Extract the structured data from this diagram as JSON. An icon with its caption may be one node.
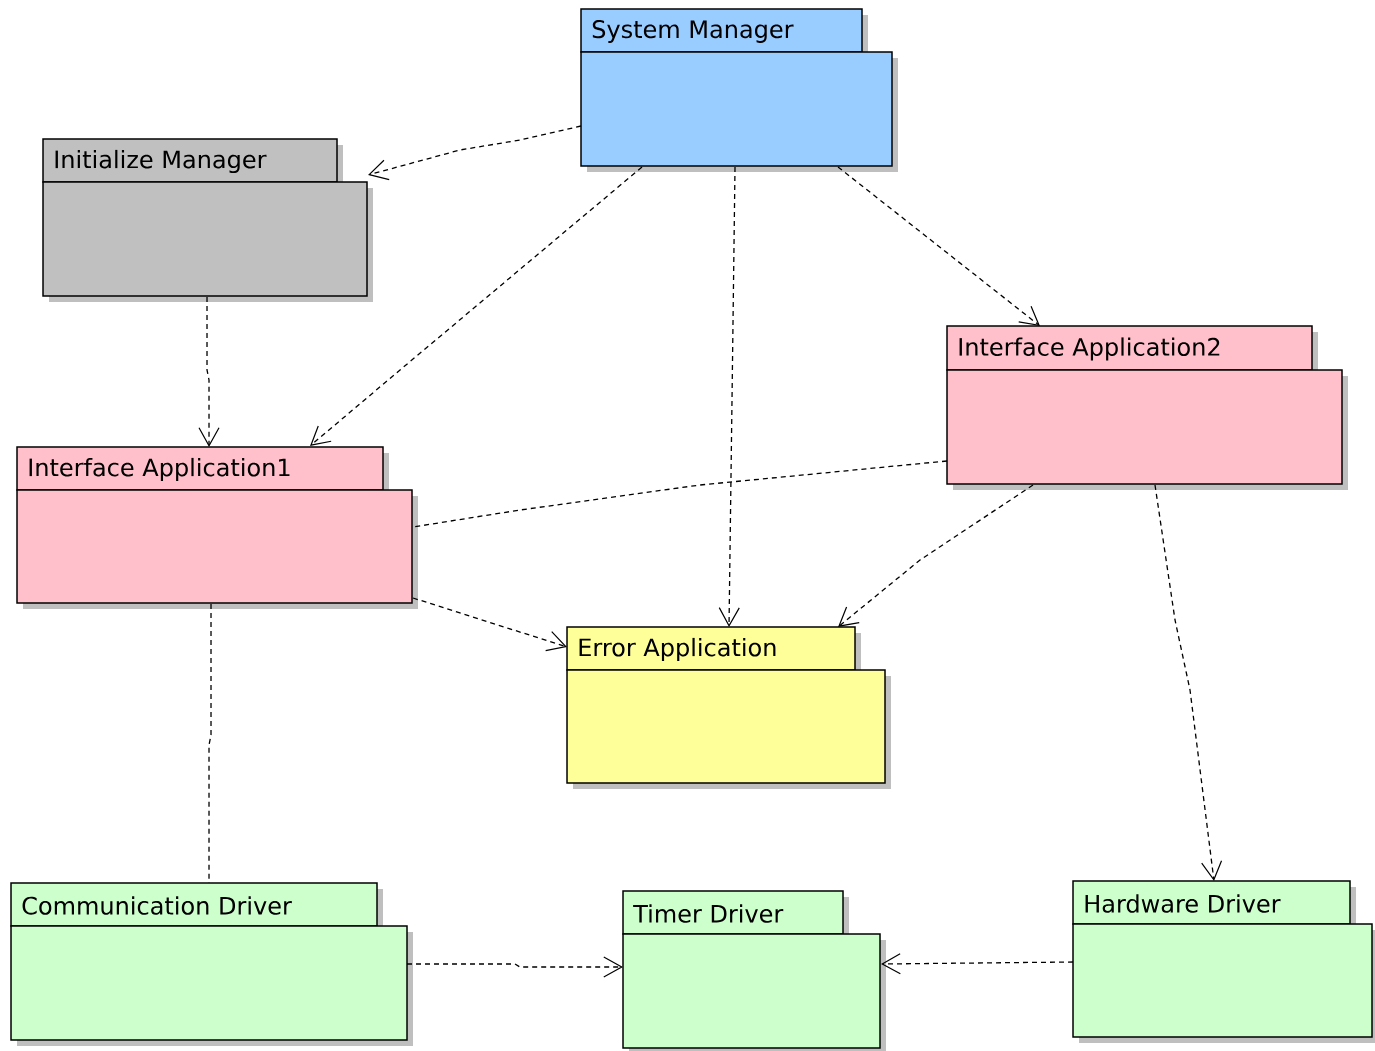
{
  "diagram": {
    "nodes": [
      {
        "text": [
          "System Manager"
        ]
      },
      {
        "text": [
          "Initialize Manager"
        ]
      },
      {
        "text": [
          "Interface Application2"
        ]
      },
      {
        "text": [
          "Interface Application1"
        ]
      },
      {
        "text": [
          "Error Application"
        ]
      },
      {
        "text": [
          "Communication Driver"
        ]
      },
      {
        "text": [
          "Timer Driver"
        ]
      },
      {
        "text": [
          "Hardware Driver"
        ]
      }
    ],
    "edges": [
      {
        "from": 0,
        "to": 1,
        "arrow": "to"
      },
      {
        "from": 0,
        "to": 3,
        "arrow": "to"
      },
      {
        "from": 0,
        "to": 4,
        "arrow": "to"
      },
      {
        "from": 0,
        "to": 2,
        "arrow": "to"
      },
      {
        "from": 1,
        "to": 3,
        "arrow": "to"
      },
      {
        "from": 2,
        "to": 3,
        "arrow": "none"
      },
      {
        "from": 3,
        "to": 4,
        "arrow": "to"
      },
      {
        "from": 2,
        "to": 4,
        "arrow": "to"
      },
      {
        "from": 2,
        "to": 7,
        "arrow": "to"
      },
      {
        "from": 3,
        "to": 5,
        "arrow": "none"
      },
      {
        "from": 5,
        "to": 6,
        "arrow": "to"
      },
      {
        "from": 7,
        "to": 6,
        "arrow": "to"
      }
    ]
  }
}
